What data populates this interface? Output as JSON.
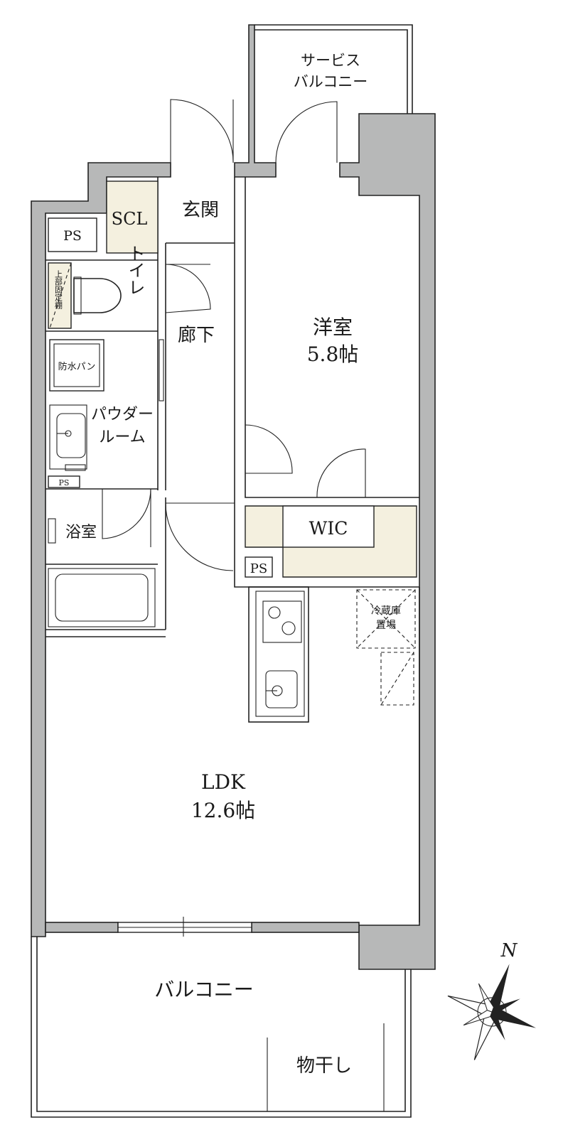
{
  "labels": {
    "service_balcony": "サービス\nバルコニー",
    "genkan": "玄関",
    "scl": "SCL",
    "ps_top": "PS",
    "toilet": "トイレ",
    "shelf_note": "上部固定棚",
    "corridor": "廊下",
    "western_room": "洋室\n5.8帖",
    "waterproof_pan": "防水パン",
    "powder_room": "パウダー\nルーム",
    "ps_small": "PS",
    "bathroom": "浴室",
    "wic": "WIC",
    "ps_wic": "PS",
    "fridge": "冷蔵庫\n置場",
    "ldk": "LDK\n12.6帖",
    "balcony": "バルコニー",
    "drying": "物干し",
    "compass_n": "N"
  },
  "colors": {
    "wall": "#b7b8b8",
    "storage": "#f4f0df",
    "line": "#222222"
  }
}
